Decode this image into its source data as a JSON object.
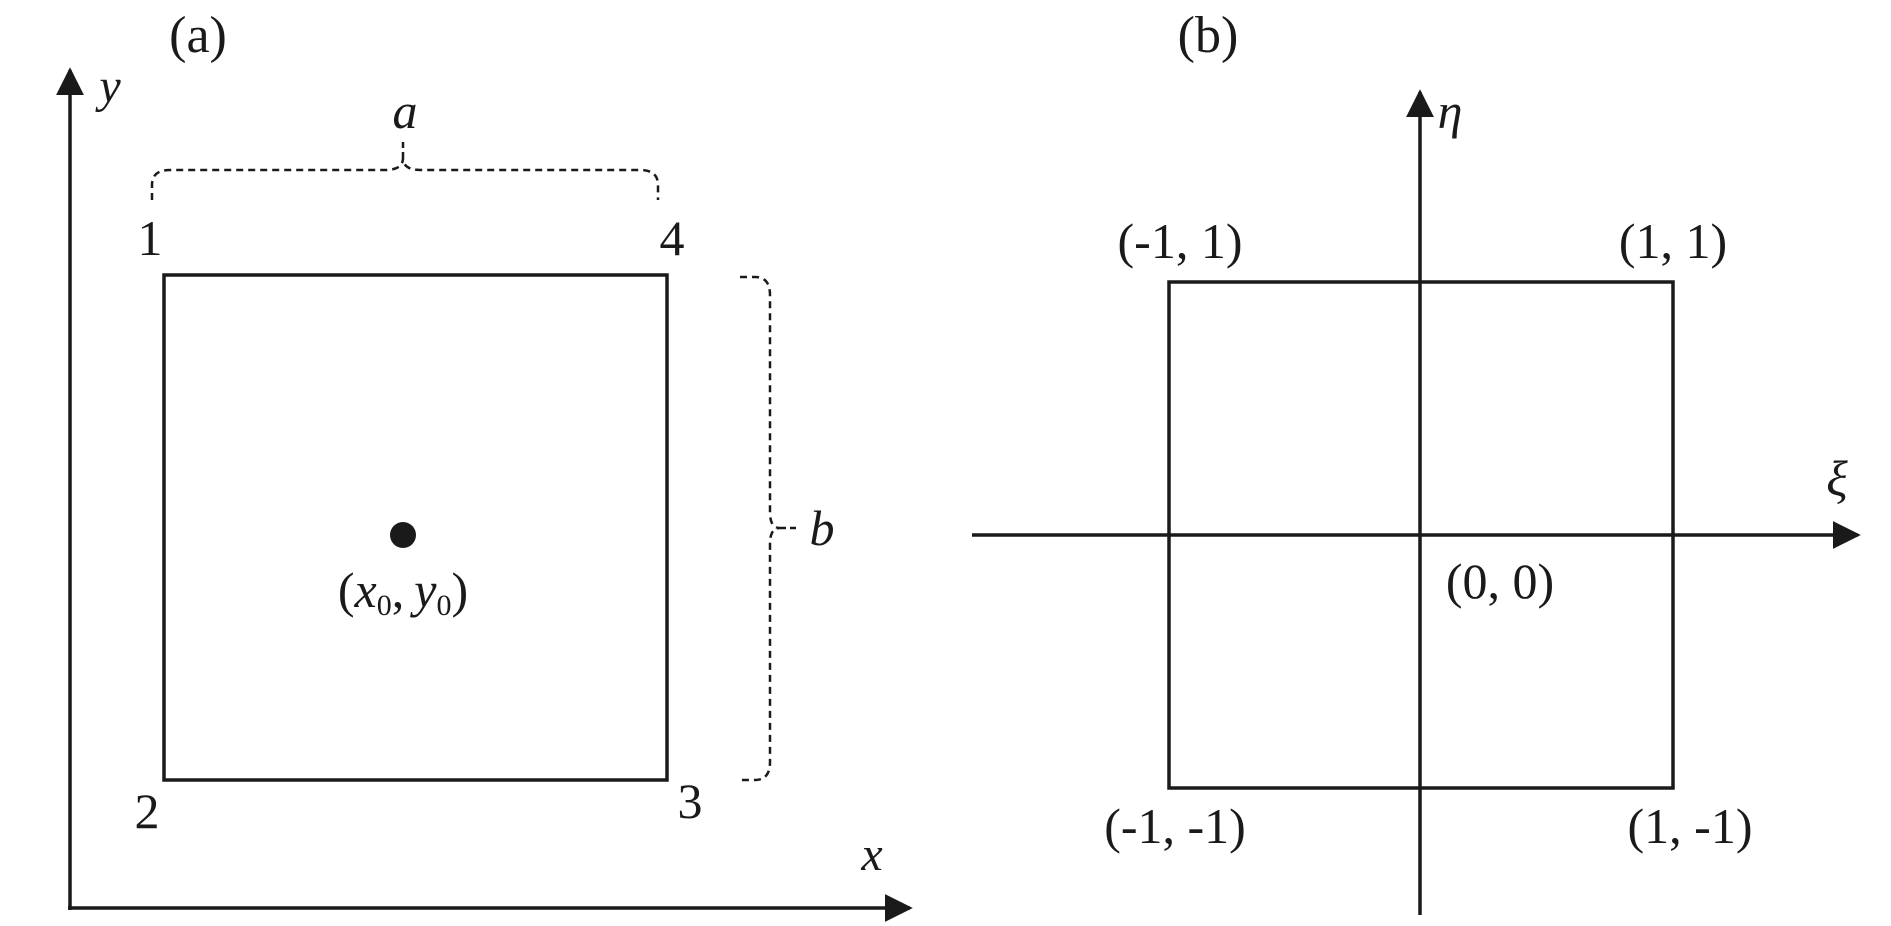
{
  "panel_a": {
    "label": "(a)",
    "y_axis_label": "y",
    "x_axis_label": "x",
    "width_label": "a",
    "height_label": "b",
    "corners": [
      "1",
      "2",
      "3",
      "4"
    ],
    "center": {
      "open": "(",
      "x": "x",
      "x_sub": "0",
      "comma": ",",
      "y": "y",
      "y_sub": "0",
      "close": ")"
    }
  },
  "panel_b": {
    "label": "(b)",
    "eta_axis_label": "η",
    "xi_axis_label": "ξ",
    "corners": {
      "top_left": "(-1, 1)",
      "top_right": "(1, 1)",
      "bottom_left": "(-1, -1)",
      "bottom_right": "(1, -1)"
    },
    "origin": "(0, 0)"
  }
}
